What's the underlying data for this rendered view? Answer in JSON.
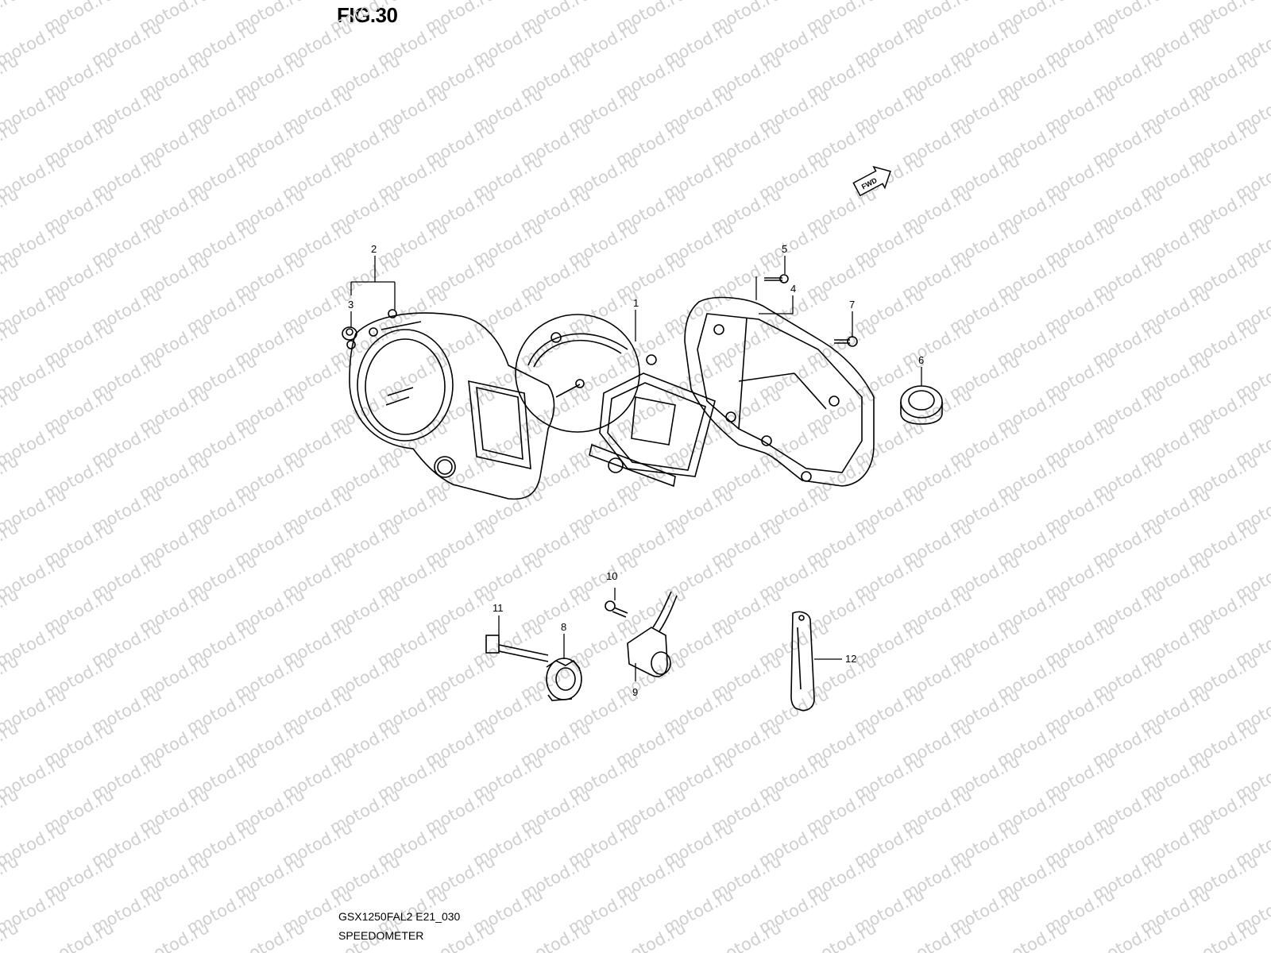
{
  "figure": {
    "title": "FIG.30",
    "code": "GSX1250FAL2 E21_030",
    "caption": "SPEEDOMETER"
  },
  "watermark": {
    "text": "motod.ru",
    "color": "#cfcfcf"
  },
  "fwd_label": "FWD",
  "callouts": {
    "c1": "1",
    "c2": "2",
    "c3": "3",
    "c4": "4",
    "c5": "5",
    "c6": "6",
    "c7": "7",
    "c8": "8",
    "c9": "9",
    "c10": "10",
    "c11": "11",
    "c12": "12"
  },
  "icons": {
    "fwd": "fwd-arrow-icon"
  }
}
